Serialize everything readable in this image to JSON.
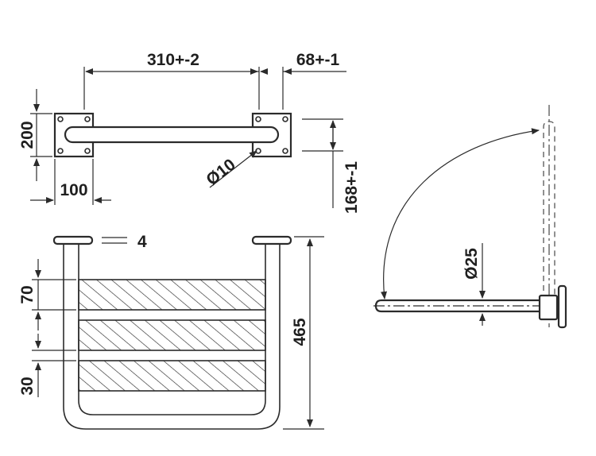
{
  "dimensions": {
    "width": "310+-2",
    "offset": "68+-1",
    "plate_height": "200",
    "plate_width": "100",
    "hole_diameter": "Ø10",
    "projection": "168+-1",
    "shelf_gap": "4",
    "slat_width": "70",
    "slat_gap": "30",
    "total_height": "465",
    "tube_diameter": "Ø25"
  },
  "colors": {
    "line": "#2b2b2b",
    "background": "#ffffff"
  }
}
